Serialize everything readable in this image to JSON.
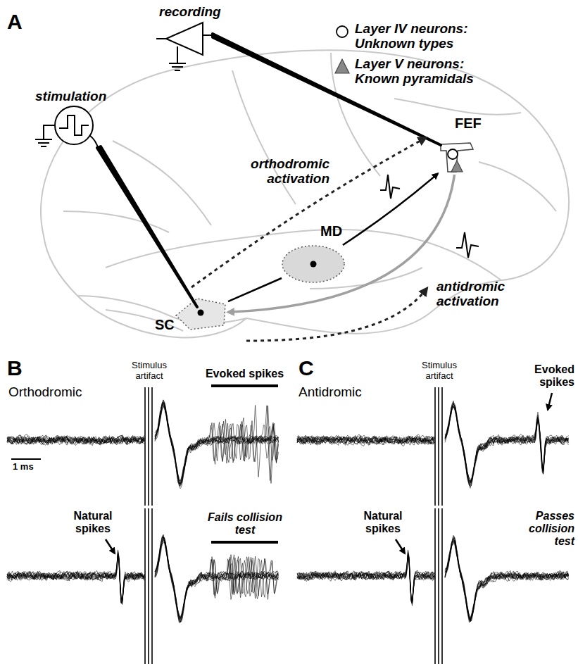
{
  "diagram": {
    "nodes": [
      {
        "text": [
          "FEF"
        ]
      },
      {
        "text": [
          "MD"
        ]
      },
      {
        "text": [
          "SC"
        ]
      }
    ],
    "edges": [
      {
        "from": 2,
        "to": 1,
        "arrow": "none"
      },
      {
        "from": 1,
        "to": 0,
        "arrow": "to"
      },
      {
        "from": 0,
        "to": 2,
        "arrow": "to"
      }
    ],
    "labels": [
      "A",
      "recording",
      "stimulation",
      "orthodromic activation",
      "antidromic activation",
      "B",
      "Orthodromic",
      "Stimulus artifact",
      "Evoked spikes",
      "1 ms",
      "Natural spikes",
      "Fails collision test",
      "C",
      "Antidromic",
      "Stimulus artifact",
      "Evoked spikes",
      "Natural spikes",
      "Passes collision test"
    ],
    "legend": [
      {
        "text": "Layer IV neurons: Unknown types"
      },
      {
        "text": "Layer V neurons: Known pyramidals"
      }
    ]
  }
}
